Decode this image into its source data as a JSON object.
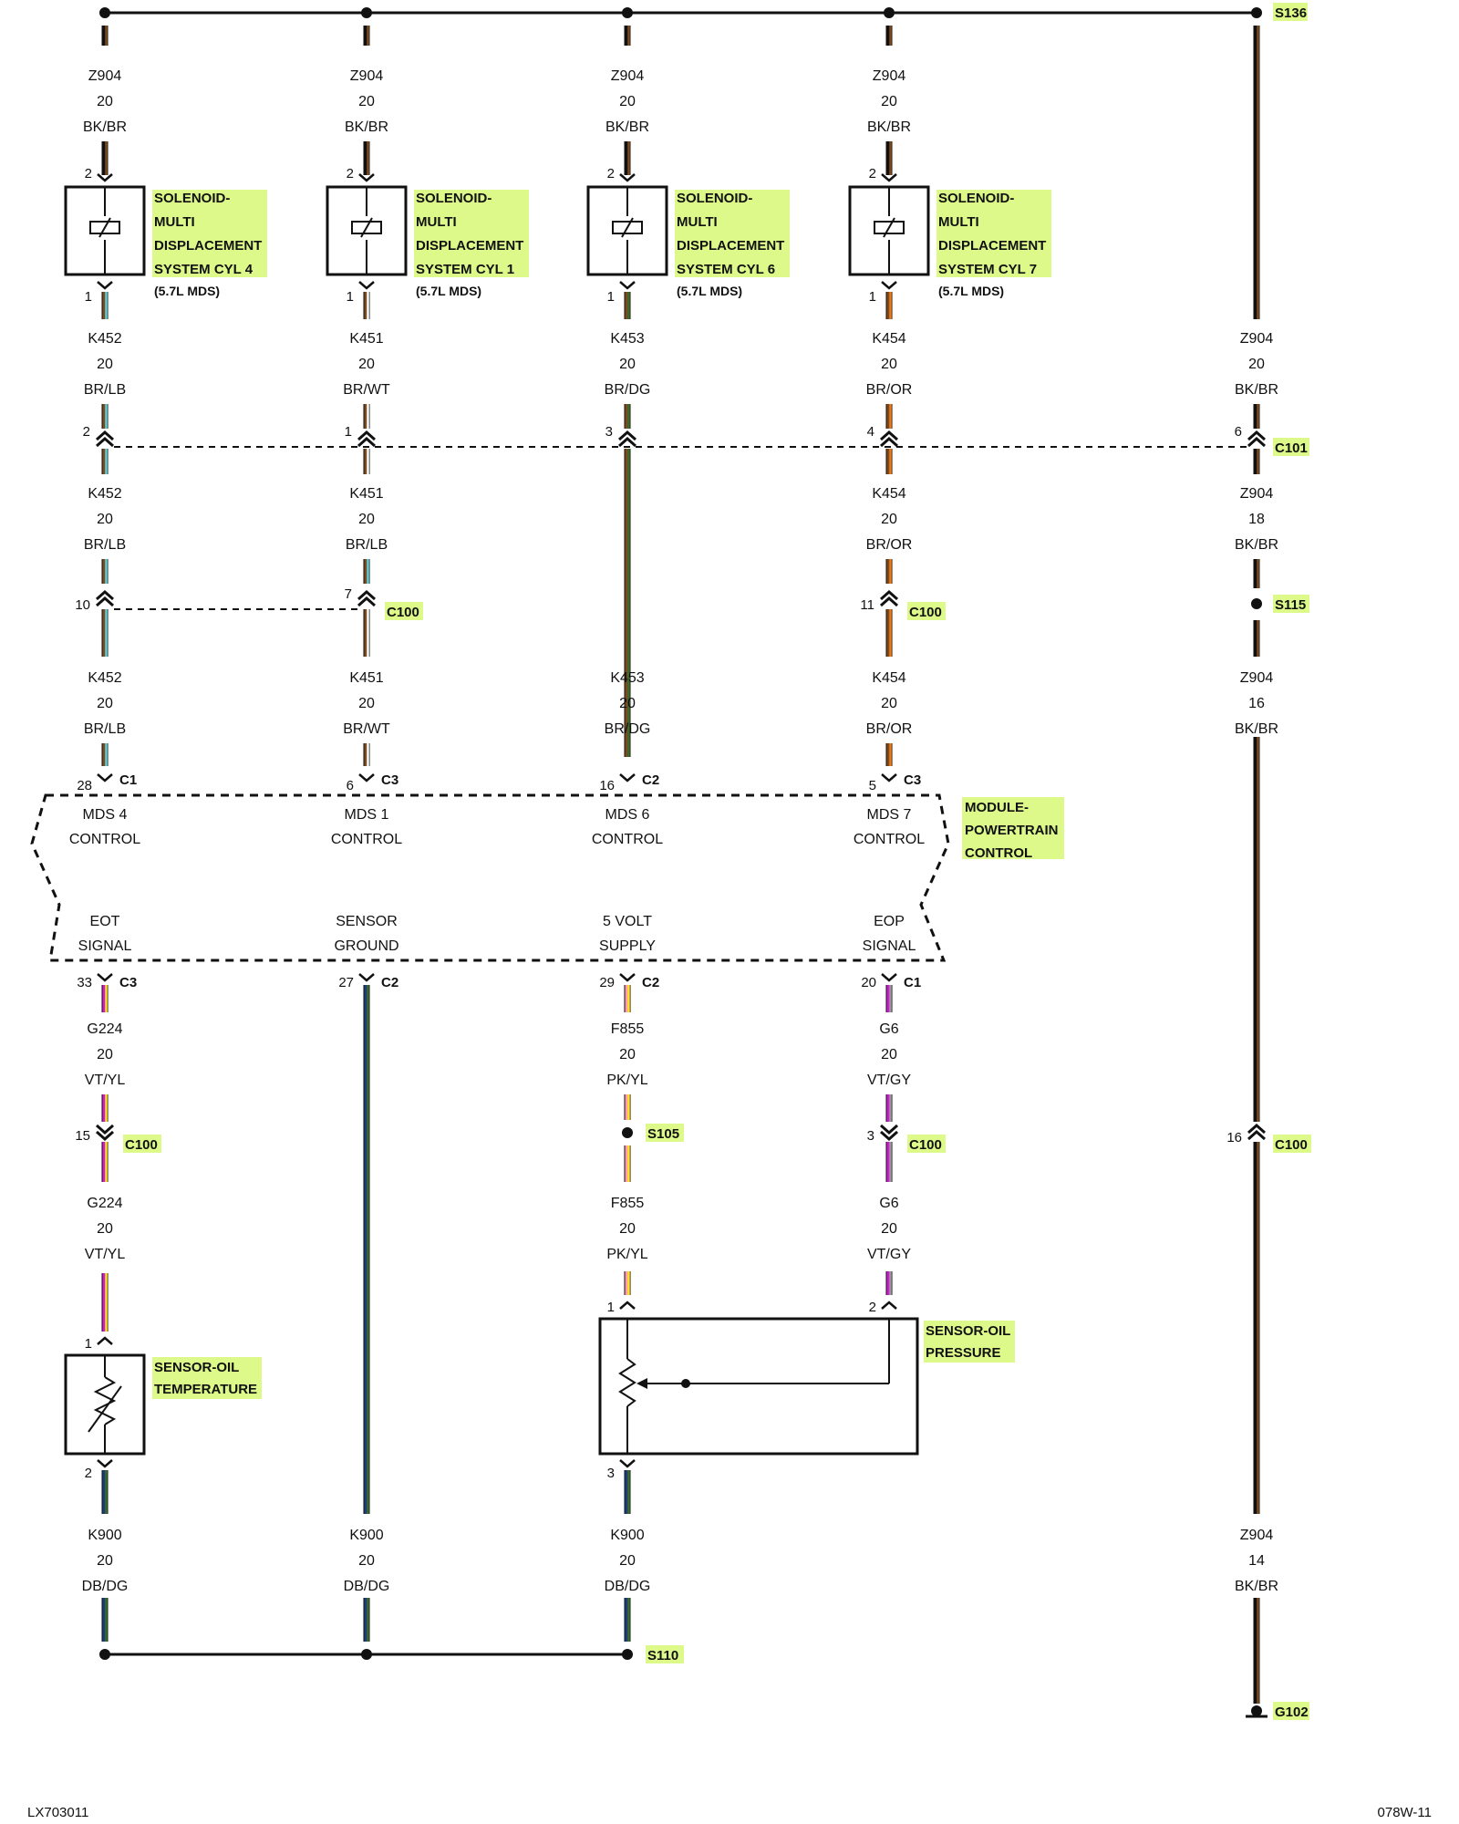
{
  "footer": {
    "left": "LX703011",
    "right": "078W-11"
  },
  "colors": {
    "highlight": "#ddf98a",
    "BK": "#111111",
    "BR": "#7b4a1e",
    "LB": "#5fd0d8",
    "WT": "#ffffff",
    "DG": "#3a6b2a",
    "OR": "#f07a1a",
    "VT": "#d21ad6",
    "YL": "#ffe21a",
    "PK": "#ff9bb0",
    "GY": "#9a9a9a",
    "DB": "#1d3d7a"
  },
  "splices": {
    "top": "S136",
    "s115": "S115",
    "s105": "S105",
    "bottom": "S110",
    "ground": "G102"
  },
  "solenoids": [
    {
      "pin_top": "2",
      "pin_bot": "1",
      "lines": [
        "SOLENOID-",
        "MULTI",
        "DISPLACEMENT",
        "SYSTEM CYL 4"
      ],
      "sub": "(5.7L MDS)"
    },
    {
      "pin_top": "2",
      "pin_bot": "1",
      "lines": [
        "SOLENOID-",
        "MULTI",
        "DISPLACEMENT",
        "SYSTEM CYL 1"
      ],
      "sub": "(5.7L MDS)"
    },
    {
      "pin_top": "2",
      "pin_bot": "1",
      "lines": [
        "SOLENOID-",
        "MULTI",
        "DISPLACEMENT",
        "SYSTEM CYL 6"
      ],
      "sub": "(5.7L MDS)"
    },
    {
      "pin_top": "2",
      "pin_bot": "1",
      "lines": [
        "SOLENOID-",
        "MULTI",
        "DISPLACEMENT",
        "SYSTEM CYL 7"
      ],
      "sub": "(5.7L MDS)"
    }
  ],
  "wire_labels": {
    "c1_top": [
      [
        "Z904",
        "20",
        "BK/BR"
      ],
      [
        "K452",
        "20",
        "BR/LB"
      ],
      [
        "K452",
        "20",
        "BR/LB"
      ],
      [
        "K452",
        "20",
        "BR/LB"
      ]
    ],
    "c2_top": [
      [
        "Z904",
        "20",
        "BK/BR"
      ],
      [
        "K451",
        "20",
        "BR/WT"
      ],
      [
        "K451",
        "20",
        "BR/LB"
      ],
      [
        "K451",
        "20",
        "BR/WT"
      ]
    ],
    "c3_top": [
      [
        "Z904",
        "20",
        "BK/BR"
      ],
      [
        "K453",
        "20",
        "BR/DG"
      ],
      [
        "K453",
        "20",
        "BR/DG"
      ]
    ],
    "c4_top": [
      [
        "Z904",
        "20",
        "BK/BR"
      ],
      [
        "K454",
        "20",
        "BR/OR"
      ],
      [
        "K454",
        "20",
        "BR/OR"
      ],
      [
        "K454",
        "20",
        "BR/OR"
      ]
    ],
    "c5": [
      [
        "Z904",
        "20",
        "BK/BR"
      ],
      [
        "Z904",
        "18",
        "BK/BR"
      ],
      [
        "Z904",
        "16",
        "BK/BR"
      ],
      [
        "Z904",
        "14",
        "BK/BR"
      ]
    ],
    "c1_bot": [
      [
        "G224",
        "20",
        "VT/YL"
      ],
      [
        "G224",
        "20",
        "VT/YL"
      ],
      [
        "K900",
        "20",
        "DB/DG"
      ]
    ],
    "c2_bot": [
      [
        "K900",
        "20",
        "DB/DG"
      ]
    ],
    "c3_bot": [
      [
        "F855",
        "20",
        "PK/YL"
      ],
      [
        "F855",
        "20",
        "PK/YL"
      ],
      [
        "K900",
        "20",
        "DB/DG"
      ]
    ],
    "c4_bot": [
      [
        "G6",
        "20",
        "VT/GY"
      ],
      [
        "G6",
        "20",
        "VT/GY"
      ]
    ]
  },
  "connectors": {
    "c101": {
      "name": "C101",
      "pins": [
        "2",
        "1",
        "3",
        "4",
        "6"
      ]
    },
    "c100_upper": {
      "name": "C100",
      "pins": [
        "10",
        "7",
        "11"
      ]
    },
    "c100_lower": {
      "name": "C100",
      "pins": [
        "15",
        "3",
        "16"
      ]
    }
  },
  "pcm": {
    "name_lines": [
      "MODULE-",
      "POWERTRAIN",
      "CONTROL"
    ],
    "top_pins": [
      {
        "pin": "28",
        "conn": "C1",
        "lines": [
          "MDS 4",
          "CONTROL"
        ]
      },
      {
        "pin": "6",
        "conn": "C3",
        "lines": [
          "MDS 1",
          "CONTROL"
        ]
      },
      {
        "pin": "16",
        "conn": "C2",
        "lines": [
          "MDS 6",
          "CONTROL"
        ]
      },
      {
        "pin": "5",
        "conn": "C3",
        "lines": [
          "MDS 7",
          "CONTROL"
        ]
      }
    ],
    "bottom_pins": [
      {
        "pin": "33",
        "conn": "C3",
        "lines": [
          "EOT",
          "SIGNAL"
        ]
      },
      {
        "pin": "27",
        "conn": "C2",
        "lines": [
          "SENSOR",
          "GROUND"
        ]
      },
      {
        "pin": "29",
        "conn": "C2",
        "lines": [
          "5 VOLT",
          "SUPPLY"
        ]
      },
      {
        "pin": "20",
        "conn": "C1",
        "lines": [
          "EOP",
          "SIGNAL"
        ]
      }
    ]
  },
  "oil_temp_sensor": {
    "lines": [
      "SENSOR-OIL",
      "TEMPERATURE"
    ],
    "pin_top": "1",
    "pin_bot": "2"
  },
  "oil_pressure_sensor": {
    "lines": [
      "SENSOR-OIL",
      "PRESSURE"
    ],
    "pin_1": "1",
    "pin_2": "2",
    "pin_3": "3"
  }
}
